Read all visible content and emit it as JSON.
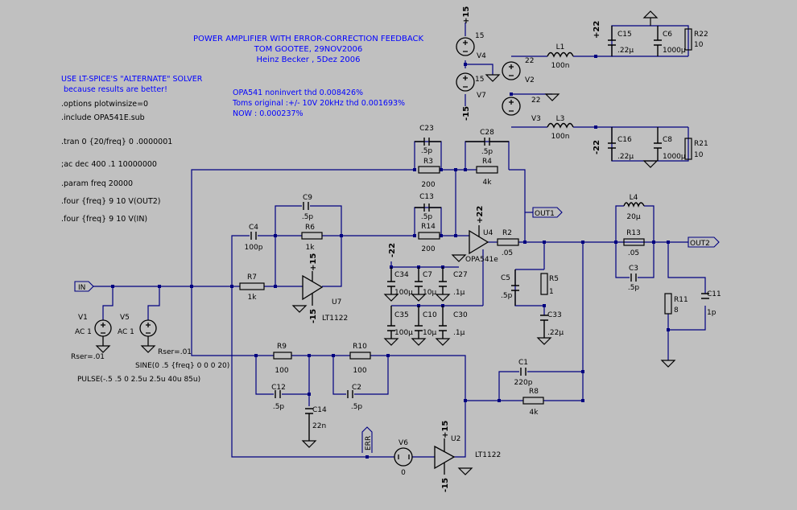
{
  "colors": {
    "background": "#c0c0c0",
    "wire": "#000080",
    "text": "#0000ff",
    "label": "#000000",
    "symbol": "#000000"
  },
  "header": {
    "title_lines": [
      "POWER AMPLIFIER WITH ERROR-CORRECTION FEEDBACK",
      "TOM GOOTEE, 29NOV2006",
      "Heinz Becker , 5Dez 2006"
    ]
  },
  "directives": {
    "solver_lines": [
      "USE LT-SPICE'S \"ALTERNATE\" SOLVER",
      " because results are better!"
    ],
    "lines": [
      ".options plotwinsize=0",
      ".include OPA541E.sub",
      ".tran 0 {20/freq} 0 .0000001",
      ";ac dec 400 .1 10000000",
      ".param freq 20000",
      ".four {freq} 9 10 V(OUT2)",
      ".four {freq} 9 10 V(IN)"
    ]
  },
  "results": {
    "lines": [
      "OPA541 noninvert thd 0.008426%",
      "Toms original :+/- 10V 20kHz thd 0.001693%",
      "NOW : 0.000237%"
    ]
  },
  "components": [
    {
      "ref": "C23",
      "value": ".5p"
    },
    {
      "ref": "R3",
      "value": "200"
    },
    {
      "ref": "C28",
      "value": ".5p"
    },
    {
      "ref": "R4",
      "value": "4k"
    },
    {
      "ref": "C13",
      "value": ".5p"
    },
    {
      "ref": "R14",
      "value": "200"
    },
    {
      "ref": "C9",
      "value": ".5p"
    },
    {
      "ref": "R6",
      "value": "1k"
    },
    {
      "ref": "C4",
      "value": "100p"
    },
    {
      "ref": "R7",
      "value": "1k"
    },
    {
      "ref": "U7",
      "value": "LT1122"
    },
    {
      "ref": "U4",
      "value": "OPA541e"
    },
    {
      "ref": "R2",
      "value": ".05"
    },
    {
      "ref": "R5",
      "value": "1"
    },
    {
      "ref": "C5",
      "value": ".5p"
    },
    {
      "ref": "C33",
      "value": ".22µ"
    },
    {
      "ref": "L4",
      "value": "20µ"
    },
    {
      "ref": "R13",
      "value": ".05"
    },
    {
      "ref": "C3",
      "value": ".5p"
    },
    {
      "ref": "R11",
      "value": "8"
    },
    {
      "ref": "C11",
      "value": "1p"
    },
    {
      "ref": "C34",
      "value": "100µ"
    },
    {
      "ref": "C7",
      "value": "10µ"
    },
    {
      "ref": "C27",
      "value": ".1µ"
    },
    {
      "ref": "C35",
      "value": "100µ"
    },
    {
      "ref": "C10",
      "value": "10µ"
    },
    {
      "ref": "C30",
      "value": ".1µ"
    },
    {
      "ref": "R9",
      "value": "100"
    },
    {
      "ref": "R10",
      "value": "100"
    },
    {
      "ref": "C12",
      "value": ".5p"
    },
    {
      "ref": "C14",
      "value": "22n"
    },
    {
      "ref": "C2",
      "value": ".5p"
    },
    {
      "ref": "C1",
      "value": "220p"
    },
    {
      "ref": "R8",
      "value": "4k"
    },
    {
      "ref": "V6",
      "value": "0"
    },
    {
      "ref": "U2",
      "value": "LT1122"
    },
    {
      "ref": "L1",
      "value": "100n"
    },
    {
      "ref": "L3",
      "value": "100n"
    },
    {
      "ref": "C15",
      "value": ".22µ"
    },
    {
      "ref": "C6",
      "value": "1000µ"
    },
    {
      "ref": "R22",
      "value": "10"
    },
    {
      "ref": "C16",
      "value": ".22µ"
    },
    {
      "ref": "C8",
      "value": "1000µ"
    },
    {
      "ref": "R21",
      "value": "10"
    },
    {
      "ref": "V4",
      "value": "15"
    },
    {
      "ref": "V7",
      "value": "15"
    },
    {
      "ref": "V2",
      "value": "22"
    },
    {
      "ref": "V3",
      "value": "22"
    }
  ],
  "sources": {
    "v1_ref": "V1",
    "v1_value": "AC 1",
    "v1_rser": "Rser=.01",
    "v5_ref": "V5",
    "v5_value": "AC 1",
    "v5_rser": "Rser=.01",
    "sine": "SINE(0 .5 {freq} 0 0 0 20)",
    "pulse": "PULSE(-.5 .5 0 2.5u 2.5u 40u 85u)"
  },
  "net_labels": {
    "in": "IN",
    "out1": "OUT1",
    "out2": "OUT2",
    "err": "ERR"
  },
  "rails": {
    "p15": "+15",
    "m15": "-15",
    "p22": "+22",
    "m22": "-22"
  }
}
